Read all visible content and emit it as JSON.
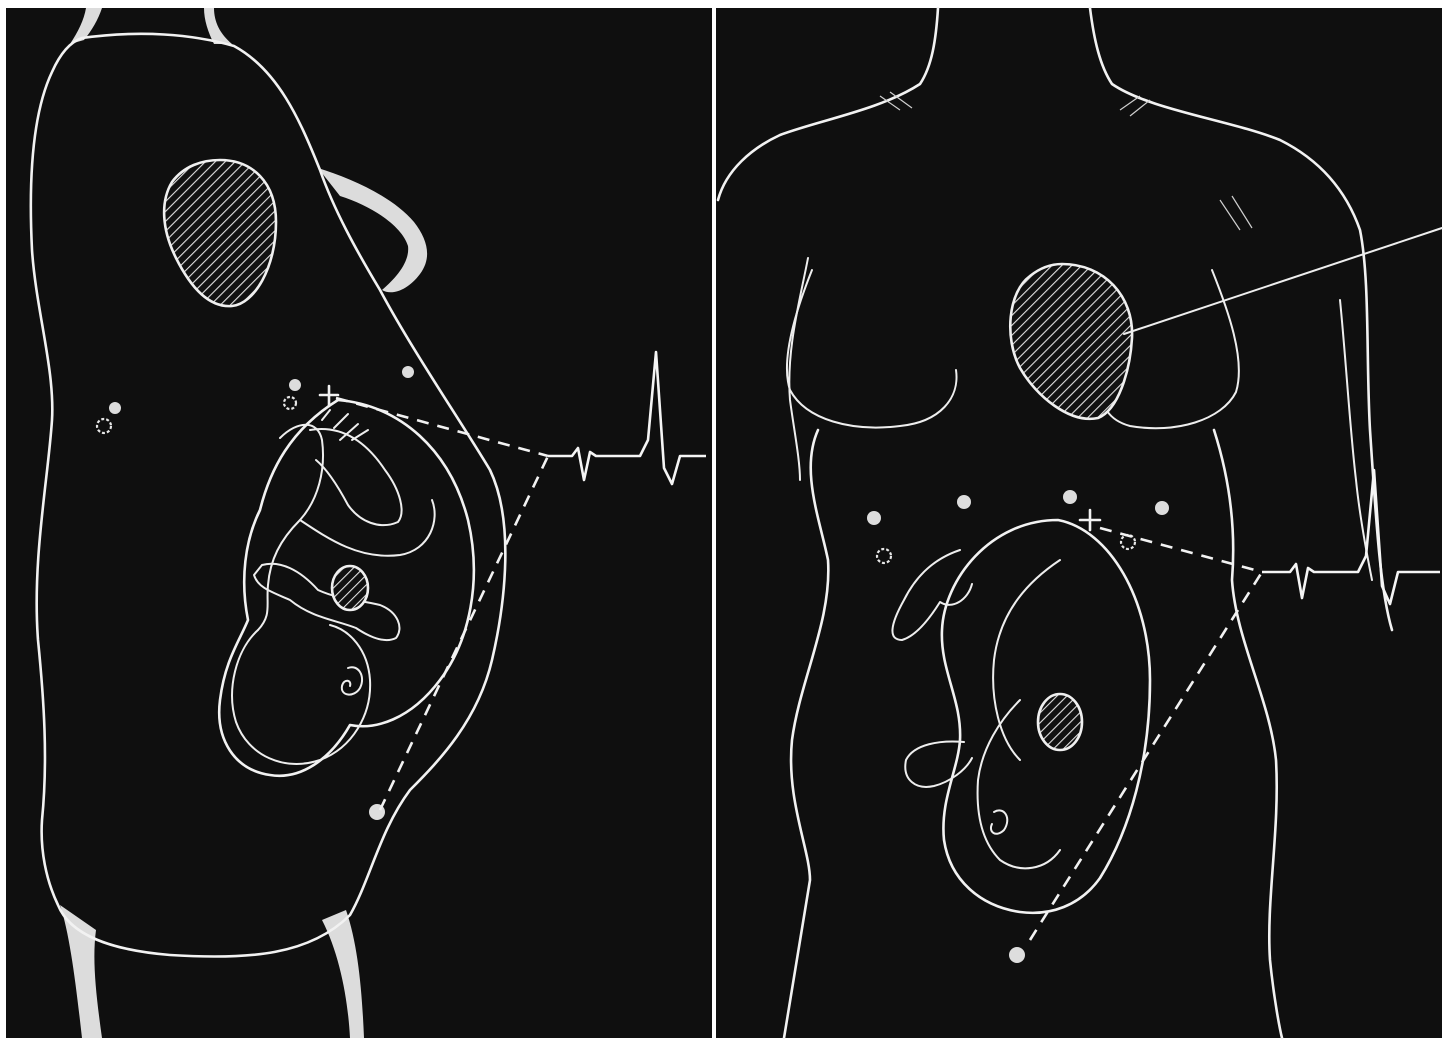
{
  "figure": {
    "panels": [
      {
        "name": "lateral-view",
        "view": "side"
      },
      {
        "name": "frontal-view",
        "view": "front"
      }
    ],
    "colors": {
      "background": "#0f0f0f",
      "line": "#f2f2f2",
      "frame": "#ffffff"
    },
    "icons": {
      "electrode": "filled-circle",
      "ground": "dashed-ring",
      "reference": "cross"
    }
  }
}
